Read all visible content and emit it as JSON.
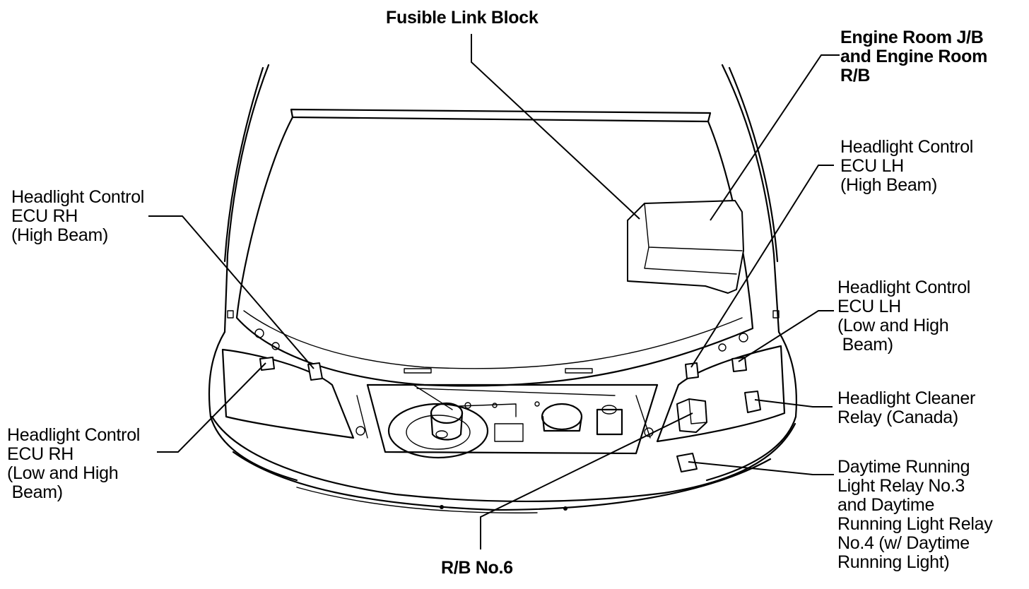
{
  "labels": {
    "fusible_link_block": "Fusible Link Block",
    "engine_room_jb": [
      "Engine Room J/B",
      "and Engine Room",
      "R/B"
    ],
    "ecu_lh_high": [
      "Headlight Control",
      "ECU LH",
      "(High Beam)"
    ],
    "ecu_rh_high": [
      "Headlight Control",
      "ECU RH",
      "(High Beam)"
    ],
    "ecu_lh_low_high": [
      "Headlight Control",
      "ECU LH",
      "(Low and High",
      " Beam)"
    ],
    "headlight_cleaner": [
      "Headlight Cleaner",
      "Relay (Canada)"
    ],
    "ecu_rh_low_high": [
      "Headlight Control",
      "ECU RH",
      "(Low and High",
      " Beam)"
    ],
    "daytime_relay": [
      "Daytime Running",
      "Light Relay No.3",
      "and Daytime",
      "Running Light Relay",
      "No.4 (w/ Daytime",
      "Running Light)"
    ],
    "rb_no6": "R/B No.6"
  }
}
